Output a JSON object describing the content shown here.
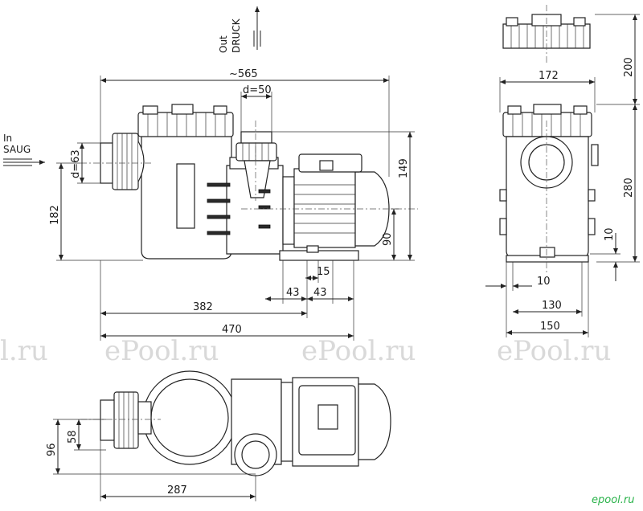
{
  "labels": {
    "inlet_en": "In",
    "inlet_de": "SAUG",
    "outlet_en": "Out",
    "outlet_de": "DRUCK"
  },
  "dimensions": {
    "overall_length": "~565",
    "outlet_diameter": "d=50",
    "inlet_diameter": "d=63",
    "inlet_height": "182",
    "outlet_height": "149",
    "motor_axis_height": "90",
    "foot_15": "15",
    "foot_43_left": "43",
    "foot_43_right": "43",
    "length_382": "382",
    "length_470": "470",
    "side_width_172": "172",
    "lid_height_200": "200",
    "side_height_280": "280",
    "side_foot_10_vertical": "10",
    "side_foot_10_horizontal": "10",
    "side_base_130": "130",
    "side_base_150": "150",
    "top_width_96": "96",
    "top_width_58": "58",
    "top_length_287": "287"
  },
  "watermarks": [
    "l.ru",
    "ePool.ru",
    "ePool.ru",
    "ePool.ru"
  ],
  "logo": "epool.ru"
}
